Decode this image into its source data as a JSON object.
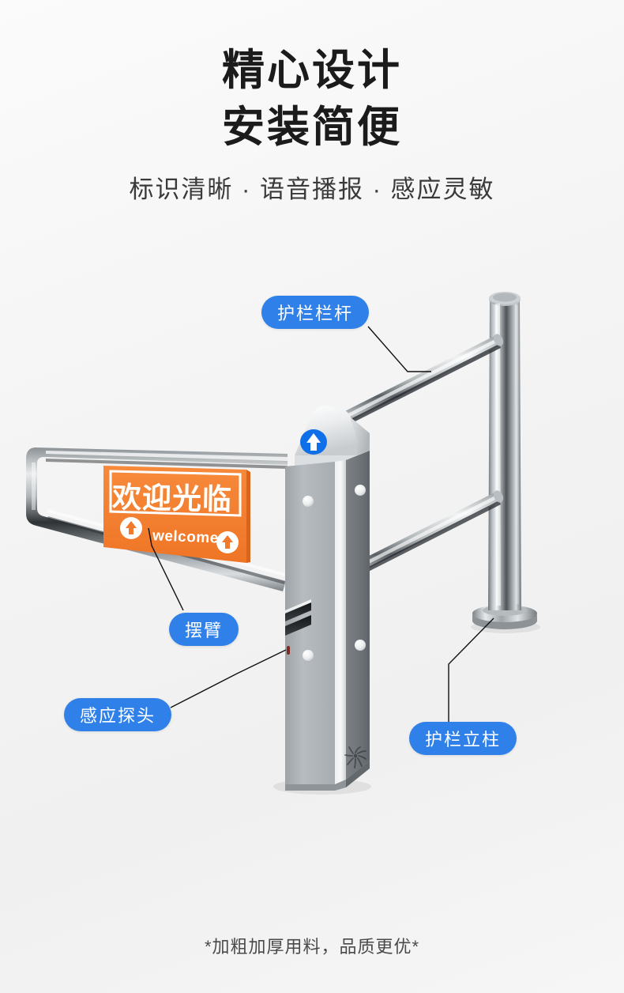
{
  "header": {
    "headline_line1": "精心设计",
    "headline_line2": "安装简便",
    "subheadline": "标识清晰 · 语音播报 · 感应灵敏"
  },
  "footer": {
    "note": "*加粗加厚用料，品质更优*"
  },
  "callouts": [
    {
      "id": "guardrail-bar",
      "label": "护栏栏杆"
    },
    {
      "id": "swing-arm",
      "label": "摆臂"
    },
    {
      "id": "sensor-probe",
      "label": "感应探头"
    },
    {
      "id": "guardrail-post",
      "label": "护栏立柱"
    }
  ],
  "product": {
    "sign": {
      "chinese_text": "欢迎光临",
      "english_text": "welcome",
      "left_arrow_icon": "up-arrow-icon",
      "right_arrow_icon": "up-arrow-icon"
    },
    "head_indicator_icon": "up-arrow-indicator-icon",
    "speaker_icon": "speaker-grille-icon"
  },
  "colors": {
    "badge_blue": "#2f80e8",
    "sign_orange": "#f5802f",
    "indicator_blue": "#0f6fe8",
    "background": "#f4f4f4",
    "text_dark": "#1b1b1b"
  }
}
